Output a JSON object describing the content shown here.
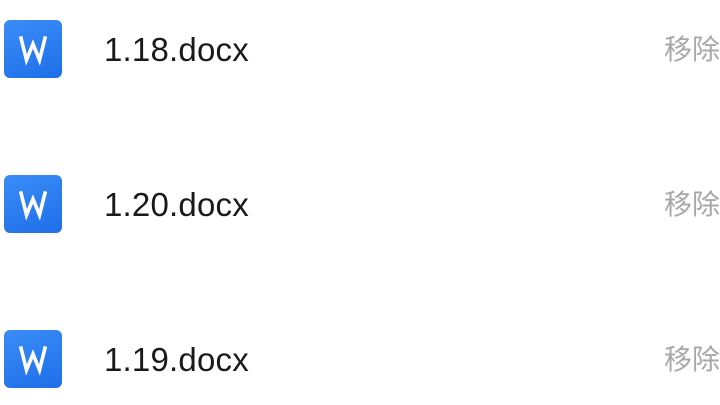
{
  "files": [
    {
      "name": "1.18.docx",
      "remove_label": "移除",
      "icon": "word-document-icon"
    },
    {
      "name": "1.20.docx",
      "remove_label": "移除",
      "icon": "word-document-icon"
    },
    {
      "name": "1.19.docx",
      "remove_label": "移除",
      "icon": "word-document-icon"
    }
  ],
  "colors": {
    "icon_blue": "#2a7ef2",
    "text": "#1a1a1a",
    "remove_text": "#a8a8a8"
  }
}
